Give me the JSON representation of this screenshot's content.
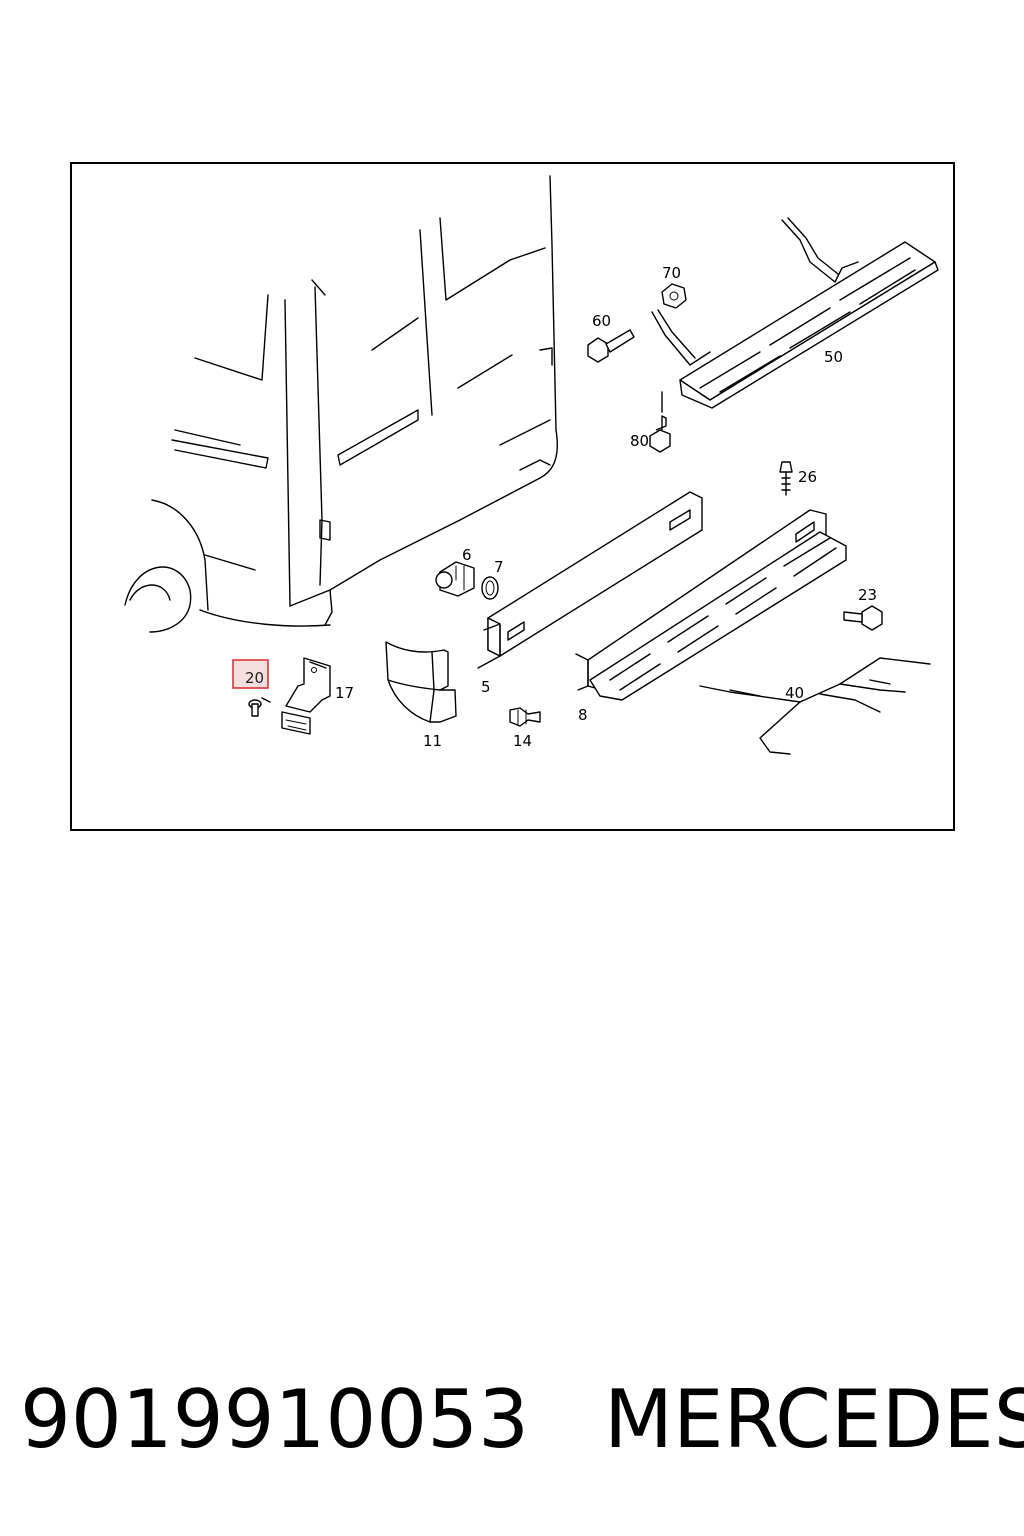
{
  "diagram": {
    "callouts": {
      "c5": "5",
      "c6": "6",
      "c7": "7",
      "c8": "8",
      "c11": "11",
      "c14": "14",
      "c17": "17",
      "c20": "20",
      "c23": "23",
      "c26": "26",
      "c40": "40",
      "c50": "50",
      "c60": "60",
      "c70": "70",
      "c80": "80"
    },
    "highlighted_callout": "20",
    "highlight_color": "#d33333"
  },
  "footer": {
    "part_number": "9019910053",
    "brand": "MERCEDES"
  }
}
